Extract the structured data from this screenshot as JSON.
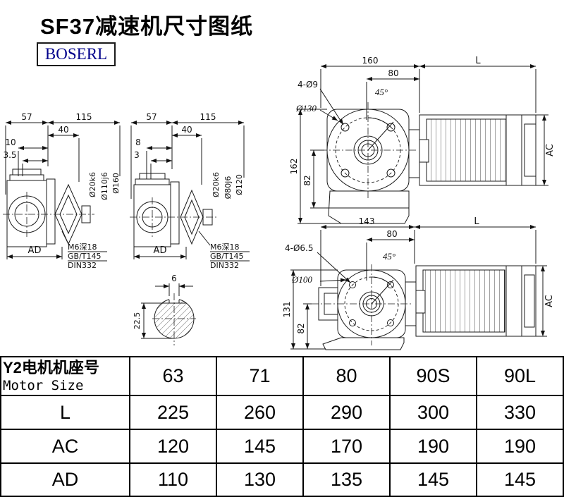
{
  "title": "SF37减速机尺寸图纸",
  "brand": "BOSERL",
  "colors": {
    "brand_text": "#00008B",
    "line_color": "#1a1a1a"
  },
  "side_view_large": {
    "width_57": "57",
    "width_115": "115",
    "dim_40": "40",
    "dim_10": "10",
    "dim_3_5": "3.5",
    "shaft_dia": "Ø20k6",
    "spigot_dia": "Ø110j6",
    "flange_dia": "Ø160",
    "dim_ad": "AD",
    "tap_note_1": "M6深18",
    "tap_note_2": "GB/T145",
    "tap_note_3": "DIN332"
  },
  "side_view_small": {
    "width_57": "57",
    "width_115": "115",
    "dim_40": "40",
    "dim_8": "8",
    "dim_3": "3",
    "shaft_dia": "Ø20k6",
    "spigot_dia": "Ø80j6",
    "flange_dia": "Ø120",
    "dim_ad": "AD",
    "tap_note_1": "M6深18",
    "tap_note_2": "GB/T145",
    "tap_note_3": "DIN332"
  },
  "front_view_large": {
    "dim_160": "160",
    "dim_l": "L",
    "dim_80": "80",
    "holes": "4-Ø9",
    "angle": "45°",
    "bolt_circle": "Ø130",
    "dim_162": "162",
    "dim_82": "82",
    "dim_ac": "AC"
  },
  "front_view_small": {
    "dim_143": "143",
    "dim_l": "L",
    "dim_80": "80",
    "holes": "4-Ø6.5",
    "angle": "45°",
    "bolt_circle": "Ø100",
    "dim_131": "131",
    "dim_82": "82",
    "dim_ac": "AC"
  },
  "shaft_section": {
    "key_width": "6",
    "key_height": "22.5"
  },
  "table": {
    "header_cn": "Y2电机机座号",
    "header_en": "Motor Size",
    "sizes": [
      "63",
      "71",
      "80",
      "90S",
      "90L"
    ],
    "rows": [
      {
        "label": "L",
        "values": [
          "225",
          "260",
          "290",
          "300",
          "330"
        ]
      },
      {
        "label": "AC",
        "values": [
          "120",
          "145",
          "170",
          "190",
          "190"
        ]
      },
      {
        "label": "AD",
        "values": [
          "110",
          "130",
          "135",
          "145",
          "145"
        ]
      }
    ]
  }
}
